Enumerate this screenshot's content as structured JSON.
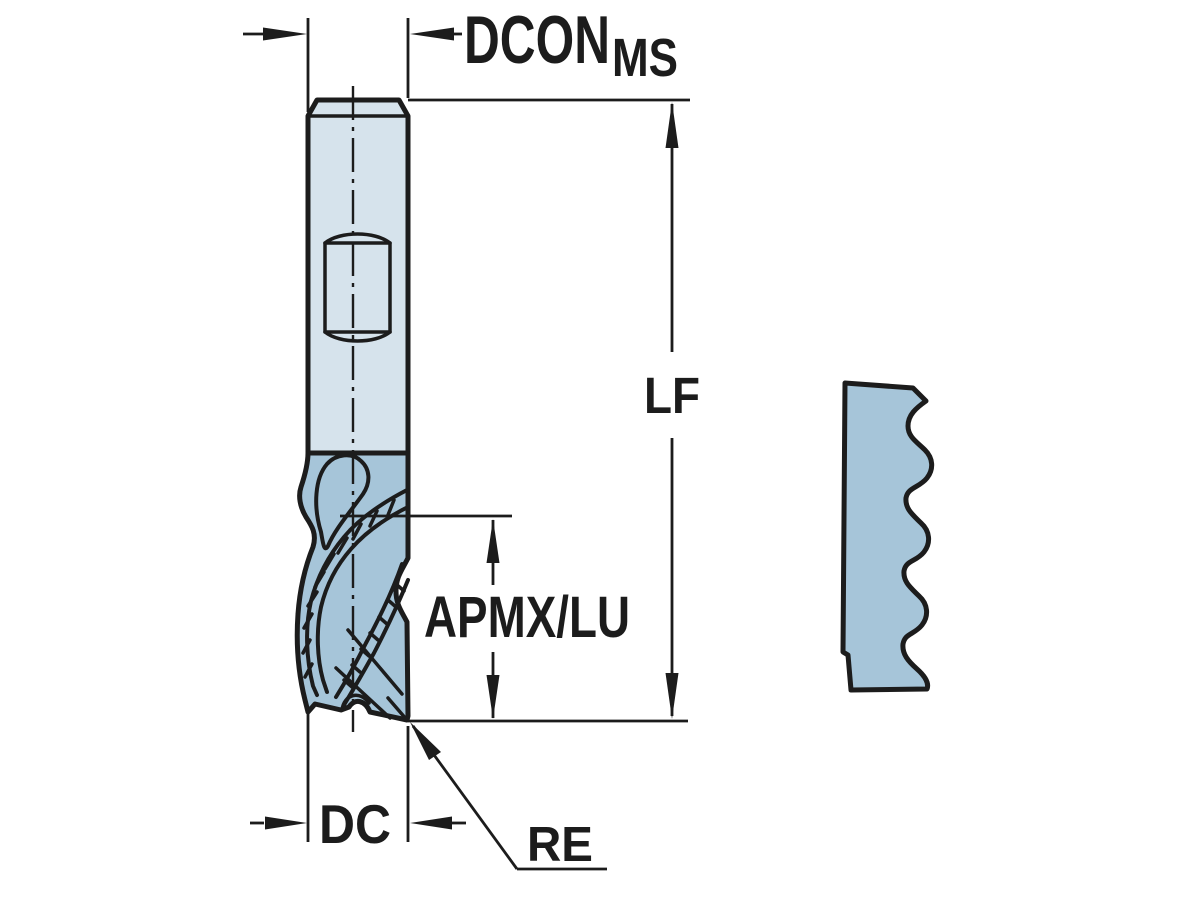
{
  "figure": {
    "labels": {
      "dcon_main": "DCON",
      "dcon_sub": "MS",
      "lf": "LF",
      "apmx_lu": "APMX/LU",
      "dc": "DC",
      "re": "RE"
    },
    "colors": {
      "shank_fill": "#d6e3ec",
      "flute_fill": "#a6c5d9",
      "line": "#1c1c1c",
      "background": "#ffffff"
    }
  }
}
